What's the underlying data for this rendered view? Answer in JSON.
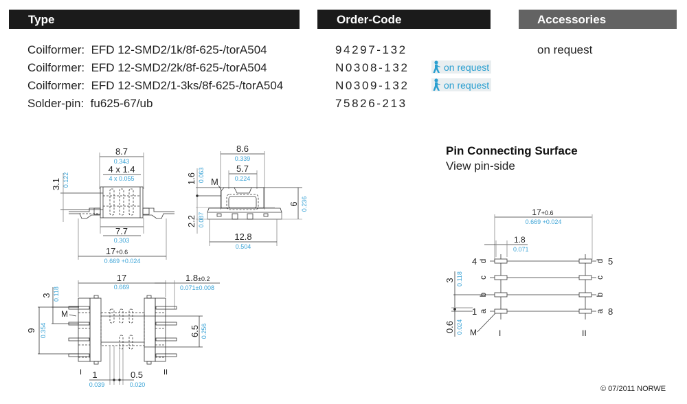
{
  "headers": {
    "type": "Type",
    "order_code": "Order-Code",
    "accessories": "Accessories"
  },
  "products": [
    {
      "label": "Coilformer:",
      "type": "EFD 12-SMD2/1k/8f-625-/torA504",
      "order_code": "94297-132",
      "availability": null
    },
    {
      "label": "Coilformer:",
      "type": "EFD 12-SMD2/2k/8f-625-/torA504",
      "order_code": "N0308-132",
      "availability": "on request"
    },
    {
      "label": "Coilformer:",
      "type": "EFD 12-SMD2/1-3ks/8f-625-/torA504",
      "order_code": "N0309-132",
      "availability": "on request"
    },
    {
      "label": "Solder-pin:",
      "type": "fu625-67/ub",
      "order_code": "75826-213",
      "availability": null
    }
  ],
  "accessories": {
    "text": "on request"
  },
  "pin_surface": {
    "title": "Pin Connecting Surface",
    "subtitle": "View pin-side",
    "width_mm": "17",
    "width_mm_tol": "+0.6",
    "width_in": "0.669 +0.024",
    "pin_w_mm": "1.8",
    "pin_w_in": "0.071",
    "pitch_mm": "3",
    "pitch_in": "0.118",
    "offset_mm": "0.6",
    "offset_in": "0.024",
    "left_pins": [
      "4",
      "1"
    ],
    "right_pins": [
      "5",
      "8"
    ],
    "pin_letters": [
      "d",
      "c",
      "b",
      "a"
    ],
    "marker": "M",
    "roman": [
      "I",
      "II"
    ]
  },
  "front_view": {
    "top_mm": "8.7",
    "top_in": "0.343",
    "slots_mm": "4 x 1.4",
    "slots_in": "4 x 0.055",
    "h_mm": "3.1",
    "h_in": "0.122",
    "inner_mm": "7.7",
    "inner_in": "0.303",
    "total_mm": "17",
    "total_tol": "+0.6",
    "total_in": "0.669 +0.024"
  },
  "side_view": {
    "top_mm": "8.6",
    "top_in": "0.339",
    "inner_mm": "5.7",
    "inner_in": "0.224",
    "h1_mm": "1.6",
    "h1_in": "0.063",
    "h2_mm": "2.2",
    "h2_in": "0.087",
    "height_mm": "6",
    "height_in": "0.236",
    "base_mm": "12.8",
    "base_in": "0.504",
    "marker": "M"
  },
  "top_view": {
    "width_mm": "17",
    "width_in": "0.669",
    "pin_mm": "1.8",
    "pin_tol": "±0.2",
    "pin_in": "0.071±0.008",
    "pitch_mm": "3",
    "pitch_in": "0.118",
    "span_mm": "9",
    "span_in": "0.354",
    "core_mm": "6.5",
    "core_in": "0.256",
    "gap1_mm": "1",
    "gap1_in": "0.039",
    "gap2_mm": "0.5",
    "gap2_in": "0.020",
    "marker": "M",
    "roman": [
      "I",
      "II"
    ]
  },
  "footer": {
    "copyright": "© 07/2011 NORWE"
  },
  "colors": {
    "header_dark": "#1b1b1b",
    "header_gray": "#636363",
    "inch_blue": "#3aa3d6",
    "badge_bg": "#e9eef0"
  }
}
